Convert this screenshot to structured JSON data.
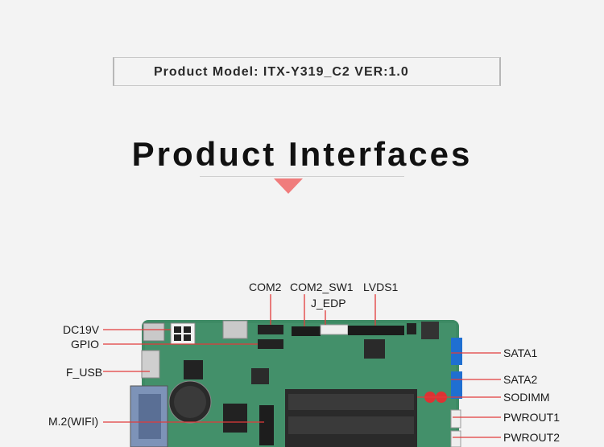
{
  "header": {
    "model_text": "Product Model:  ITX-Y319_C2 VER:1.0"
  },
  "section": {
    "title": "Product Interfaces"
  },
  "labels": {
    "com2": "COM2",
    "com2_sw1": "COM2_SW1",
    "lvds1": "LVDS1",
    "j_edp": "J_EDP",
    "dc19v": "DC19V",
    "gpio": "GPIO",
    "f_usb": "F_USB",
    "m2_wifi": "M.2(WIFI)",
    "sata1": "SATA1",
    "sata2": "SATA2",
    "sodimm": "SODIMM",
    "pwrout1": "PWROUT1",
    "pwrout2": "PWROUT2"
  },
  "colors": {
    "board": "#3d8a64",
    "accent_triangle": "#f07c7c",
    "leader": "#e23b3b",
    "sata": "#1f6fd1"
  }
}
